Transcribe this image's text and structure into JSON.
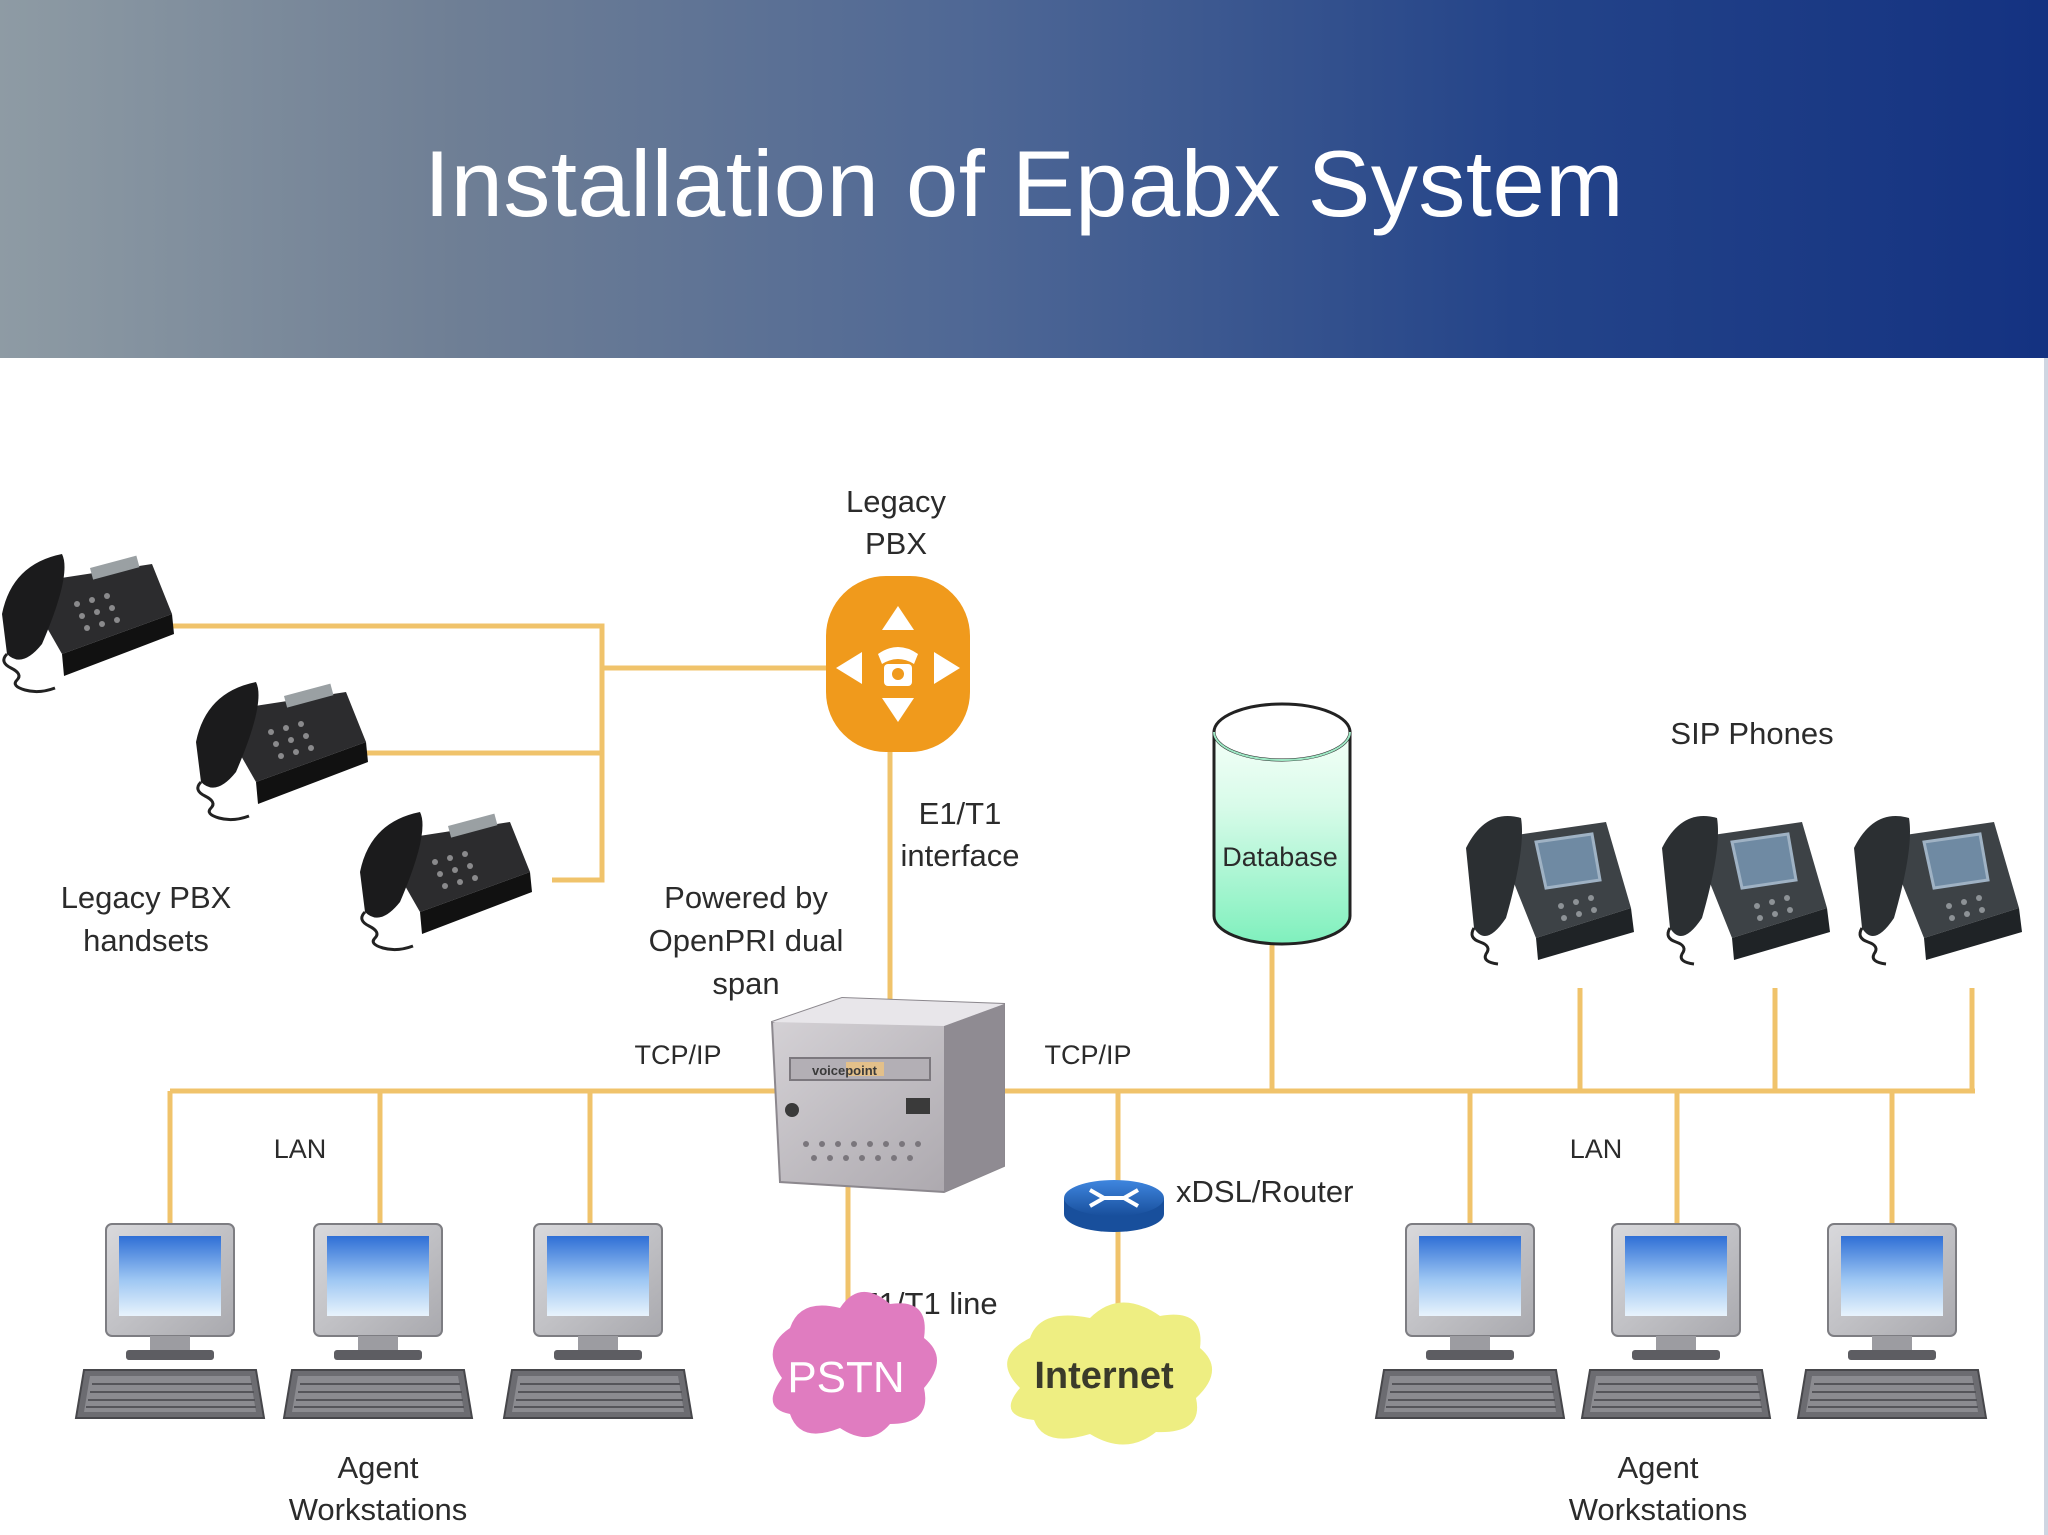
{
  "title": "Installation of Epabx System",
  "labels": {
    "legacy_pbx": [
      "Legacy",
      "PBX"
    ],
    "e1t1_interface": [
      "E1/T1",
      "interface"
    ],
    "powered_by": [
      "Powered by",
      "OpenPRI dual",
      "span"
    ],
    "legacy_handsets": [
      "Legacy PBX",
      "handsets"
    ],
    "database": "Database",
    "sip_phones": "SIP Phones",
    "tcpip_left": "TCP/IP",
    "tcpip_right": "TCP/IP",
    "lan_left": "LAN",
    "lan_right": "LAN",
    "router": "xDSL/Router",
    "e1t1_line": "E1/T1 line",
    "pstn": "PSTN",
    "internet": "Internet",
    "server_brand": "voicepoint",
    "agents_left": [
      "Agent",
      "Workstations"
    ],
    "agents_right": [
      "Agent",
      "Workstations"
    ]
  },
  "colors": {
    "connector": "#f0c36b",
    "pbx": "#f09a1c",
    "pstn": "#e07cc0",
    "internet": "#eeee82",
    "database_top": "#f4fff8",
    "database_bottom": "#7ff0bd",
    "header_left": "#8e9ba4",
    "header_right": "#143281"
  }
}
